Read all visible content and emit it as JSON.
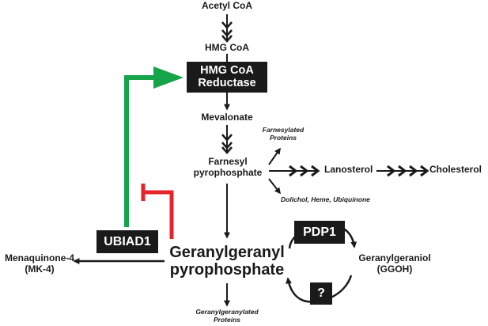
{
  "nodes": {
    "acetyl_coa": "Acetyl CoA",
    "hmg_coa": "HMG CoA",
    "hmg_coa_reductase_line1": "HMG CoA",
    "hmg_coa_reductase_line2": "Reductase",
    "mevalonate": "Mevalonate",
    "farnesylated_proteins_line1": "Farnesylated",
    "farnesylated_proteins_line2": "Proteins",
    "farnesyl_pp_line1": "Farnesyl",
    "farnesyl_pp_line2": "pyrophosphate",
    "lanosterol": "Lanosterol",
    "cholesterol": "Cholesterol",
    "dolichol": "Dolichol, Heme, Ubiquinone",
    "ubiad1": "UBIAD1",
    "pdp1": "PDP1",
    "unknown": "?",
    "menaquinone_line1": "Menaquinone-4",
    "menaquinone_line2": "(MK-4)",
    "ggpp_line1": "Geranylgeranyl",
    "ggpp_line2": "pyrophosphate",
    "ggoh_line1": "Geranylgeraniol",
    "ggoh_line2": "(GGOH)",
    "gg_proteins_line1": "Geranylgeranylated",
    "gg_proteins_line2": "Proteins"
  },
  "colors": {
    "ink": "#1a1a1a",
    "activation": "#16a34a",
    "inhibition": "#e5242b"
  }
}
